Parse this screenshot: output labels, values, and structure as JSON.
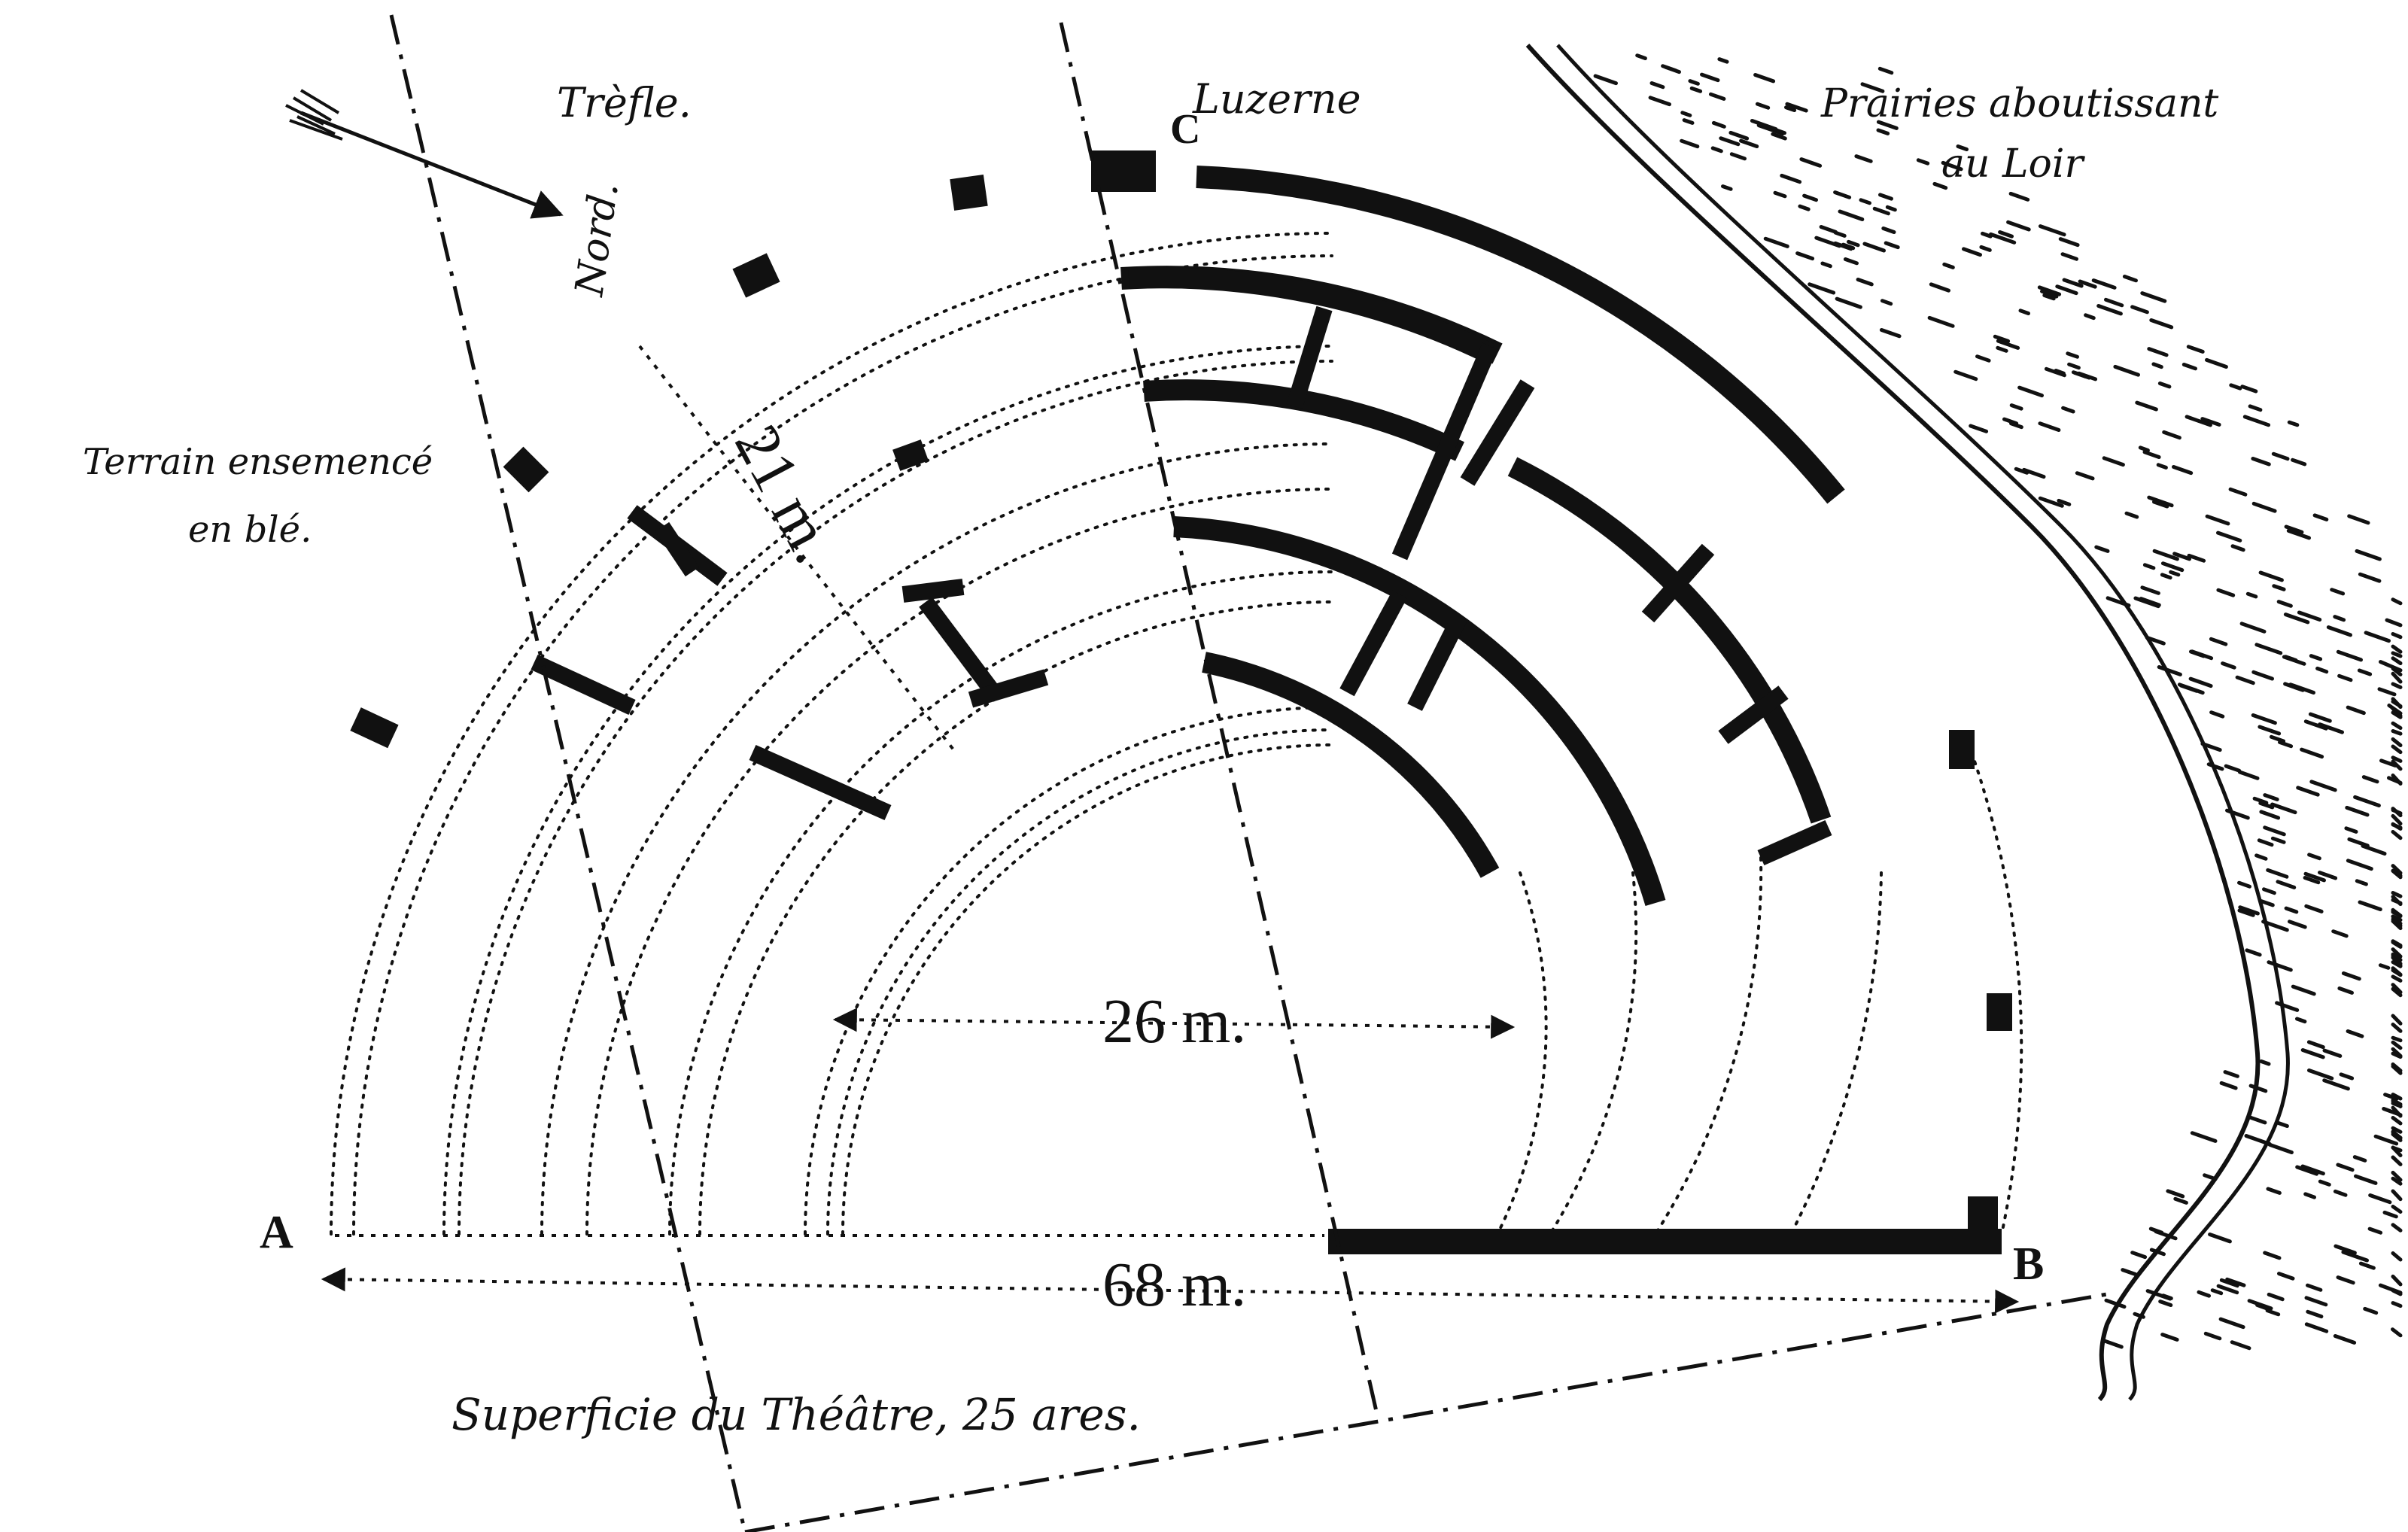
{
  "labels": {
    "trefle": "Trèfle.",
    "nord": "Nord.",
    "luzerne": "Luzerne",
    "prairies_line1": "Prairies aboutissant",
    "prairies_line2": "au Loir",
    "terrain_line1": "Terrain ensemencé",
    "terrain_line2": "en blé.",
    "superficie": "Superficie du Théâtre, 25 ares."
  },
  "points": {
    "a": "A",
    "b": "B",
    "c": "C"
  },
  "dimensions": {
    "d68": "68 m.",
    "d26": "26 m.",
    "d21": "21 m."
  },
  "colors": {
    "ink": "#111111",
    "paper": "#ffffff"
  }
}
